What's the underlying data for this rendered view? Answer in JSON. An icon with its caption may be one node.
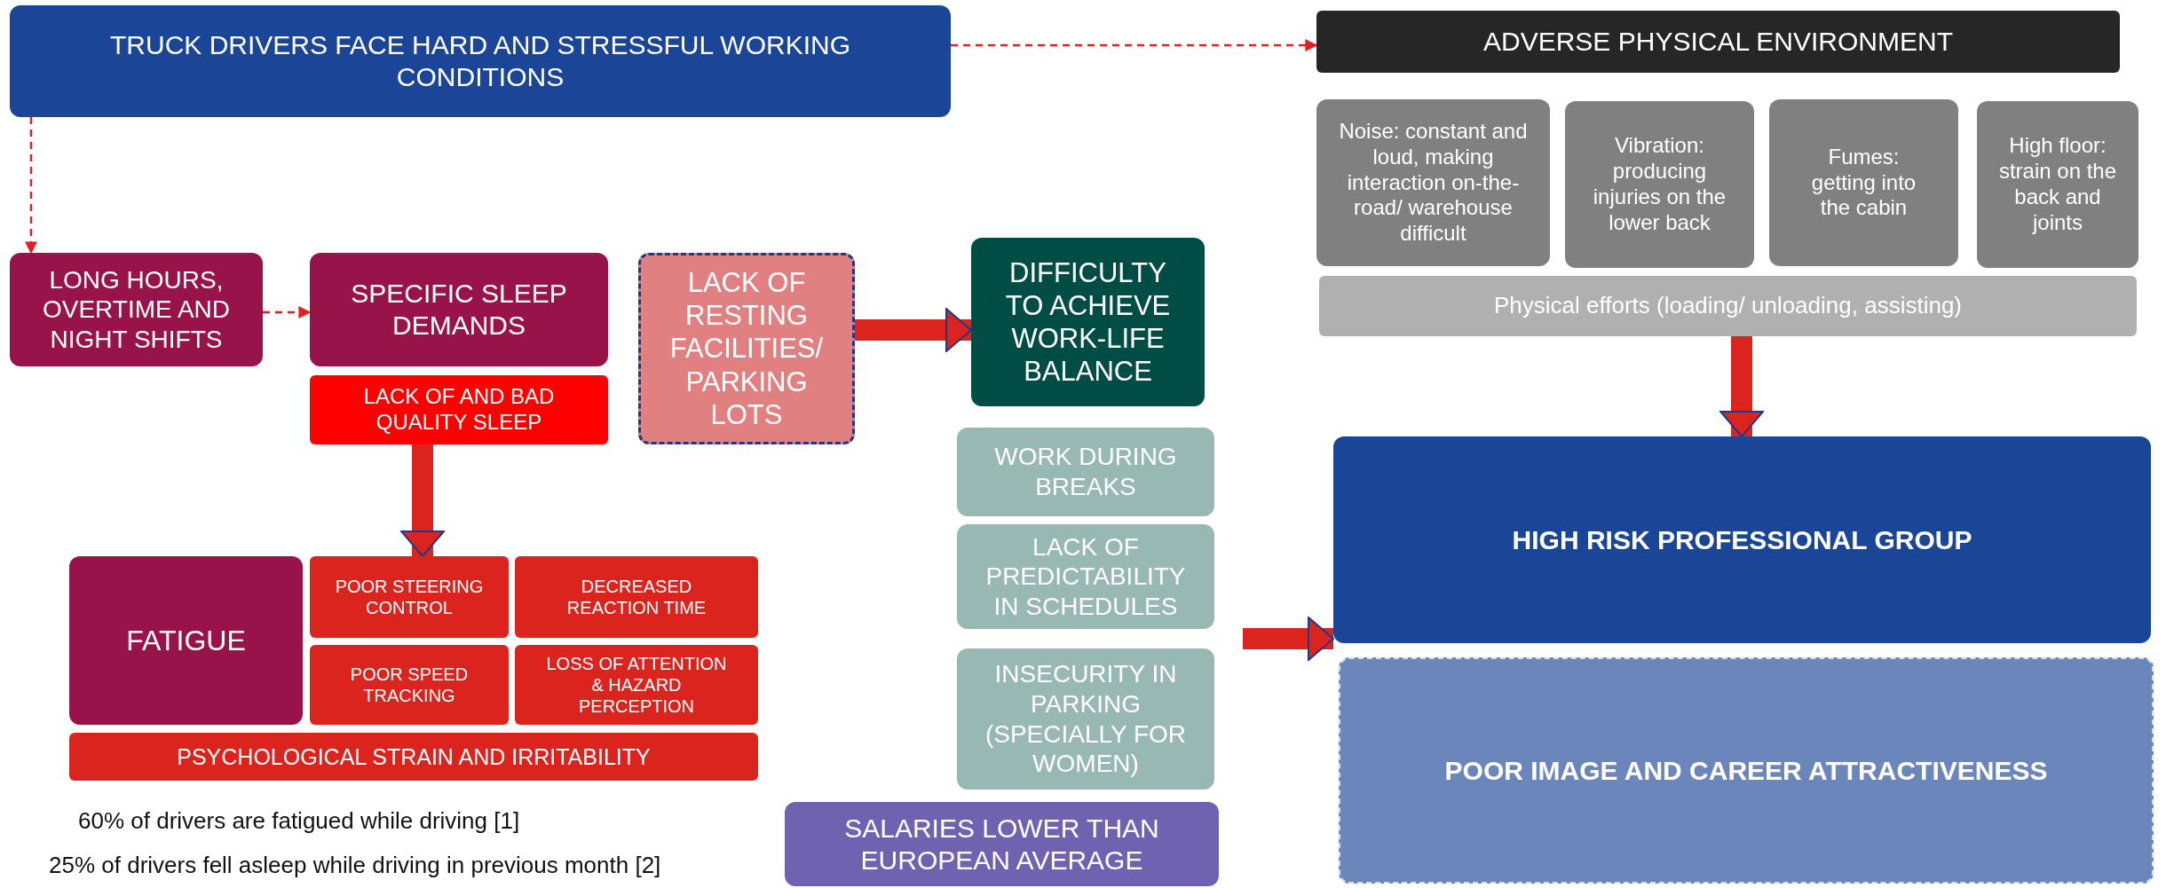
{
  "diagram": {
    "nodes": [
      {
        "text": [
          "TRUCK DRIVERS FACE HARD AND STRESSFUL WORKING CONDITIONS"
        ]
      },
      {
        "text": [
          "ADVERSE PHYSICAL ENVIRONMENT"
        ]
      },
      {
        "text": [
          "Noise: constant and loud, making interaction on-the-road/ warehouse difficult"
        ]
      },
      {
        "text": [
          "Vibration: producing injuries on the lower back"
        ]
      },
      {
        "text": [
          "Fumes: getting into the cabin"
        ]
      },
      {
        "text": [
          "High floor: strain on the back and joints"
        ]
      },
      {
        "text": [
          "Physical efforts (loading/ unloading, assisting)"
        ]
      },
      {
        "text": [
          "LONG HOURS, OVERTIME AND NIGHT SHIFTS"
        ]
      },
      {
        "text": [
          "SPECIFIC SLEEP DEMANDS"
        ]
      },
      {
        "text": [
          "LACK OF AND BAD QUALITY SLEEP"
        ]
      },
      {
        "text": [
          "LACK OF RESTING FACILITIES/ PARKING LOTS"
        ]
      },
      {
        "text": [
          "DIFFICULTY TO ACHIEVE WORK-LIFE BALANCE"
        ]
      },
      {
        "text": [
          "HIGH RISK PROFESSIONAL GROUP"
        ]
      },
      {
        "text": [
          "WORK DURING BREAKS"
        ]
      },
      {
        "text": [
          "LACK OF PREDICTABILITY IN SCHEDULES"
        ]
      },
      {
        "text": [
          "FATIGUE"
        ]
      },
      {
        "text": [
          "POOR STEERING CONTROL"
        ]
      },
      {
        "text": [
          "DECREASED REACTION TIME"
        ]
      },
      {
        "text": [
          "POOR SPEED TRACKING"
        ]
      },
      {
        "text": [
          "LOSS OF ATTENTION & HAZARD PERCEPTION"
        ]
      },
      {
        "text": [
          "INSECURITY IN PARKING (SPECIALLY FOR WOMEN)"
        ]
      },
      {
        "text": [
          "PSYCHOLOGICAL STRAIN AND IRRITABILITY"
        ]
      },
      {
        "text": [
          "POOR IMAGE AND CAREER ATTRACTIVENESS"
        ]
      },
      {
        "text": [
          "SALARIES LOWER THAN EUROPEAN AVERAGE"
        ]
      }
    ],
    "edges": [
      {
        "from": 0,
        "to": 1,
        "arrow": "to",
        "style": "dashed"
      },
      {
        "from": 0,
        "to": 7,
        "arrow": "to",
        "style": "dashed"
      },
      {
        "from": 7,
        "to": 8,
        "arrow": "to",
        "style": "dashed"
      },
      {
        "from": 9,
        "to": 16,
        "arrow": "to"
      },
      {
        "from": 10,
        "to": 11,
        "arrow": "to"
      },
      {
        "from": null,
        "to": 12,
        "arrow": "to"
      },
      {
        "from": 6,
        "to": 12,
        "arrow": "to"
      }
    ],
    "labels": [
      "60% of drivers are fatigued while driving [1]",
      "25% of drivers fell asleep while driving in previous month [2]"
    ]
  }
}
